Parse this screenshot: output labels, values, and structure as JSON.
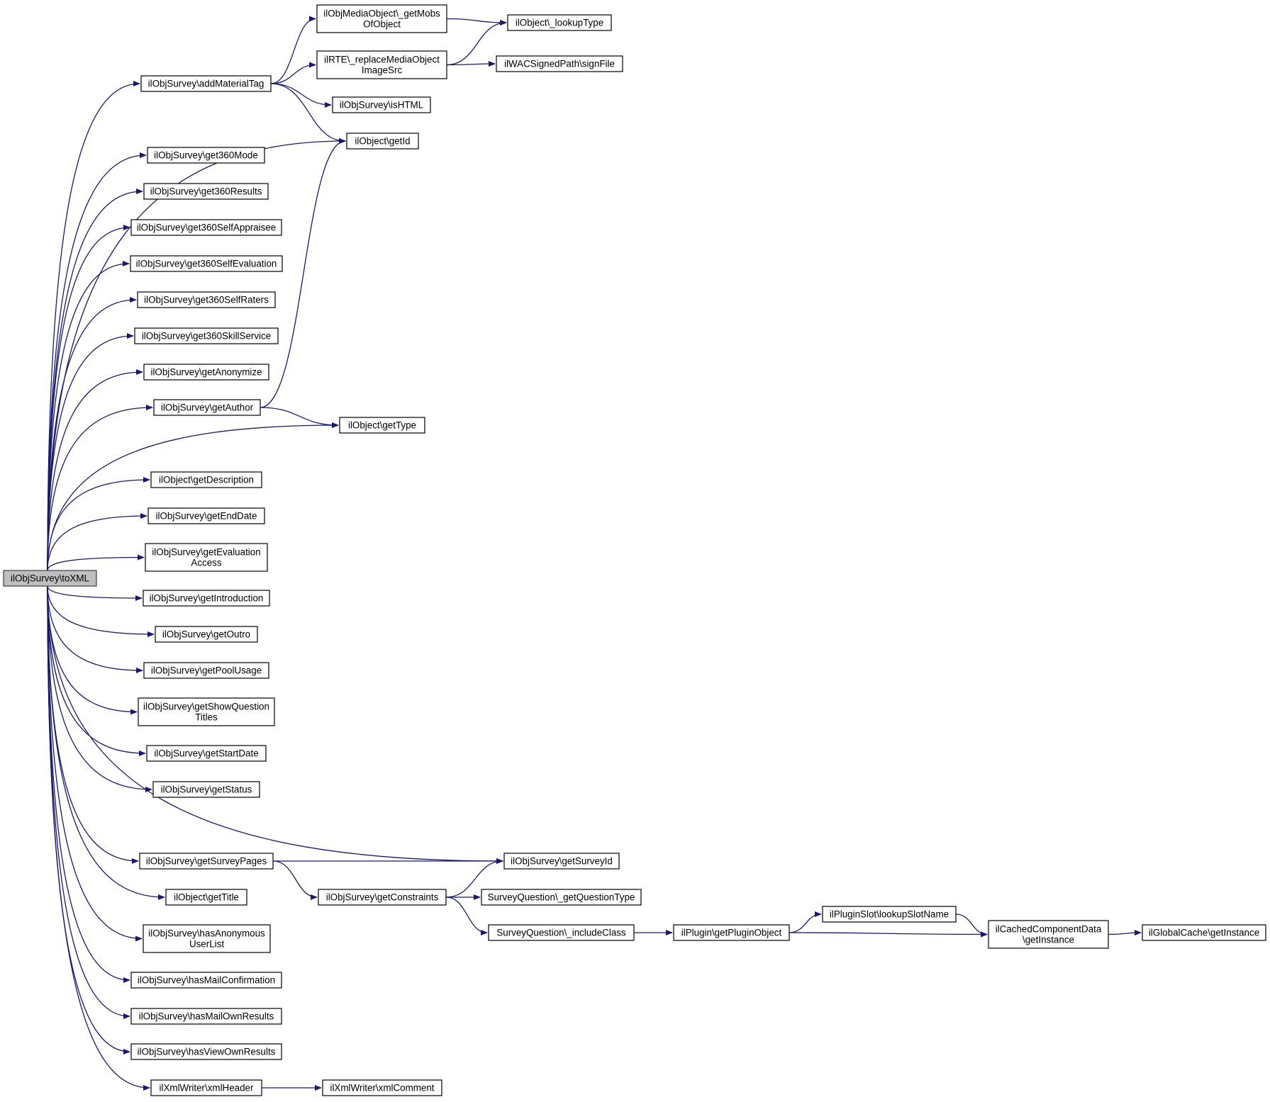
{
  "diagram": {
    "type": "call-graph",
    "colors": {
      "edge": "#191970",
      "node_fill": "#ffffff",
      "node_border": "#000000",
      "root_fill": "#bfbfbf"
    },
    "nodes": [
      {
        "id": "toXML",
        "lines": [
          "ilObjSurvey\\toXML"
        ],
        "root": true
      },
      {
        "id": "addMaterialTag",
        "lines": [
          "ilObjSurvey\\addMaterialTag"
        ]
      },
      {
        "id": "getMobsOfObject",
        "lines": [
          "ilObjMediaObject\\_getMobs",
          "OfObject"
        ]
      },
      {
        "id": "lookupType",
        "lines": [
          "ilObject\\_lookupType"
        ]
      },
      {
        "id": "replaceMediaObjectImageSrc",
        "lines": [
          "ilRTE\\_replaceMediaObject",
          "ImageSrc"
        ]
      },
      {
        "id": "signFile",
        "lines": [
          "ilWACSignedPath\\signFile"
        ]
      },
      {
        "id": "isHTML",
        "lines": [
          "ilObjSurvey\\isHTML"
        ]
      },
      {
        "id": "getId",
        "lines": [
          "ilObject\\getId"
        ]
      },
      {
        "id": "get360Mode",
        "lines": [
          "ilObjSurvey\\get360Mode"
        ]
      },
      {
        "id": "get360Results",
        "lines": [
          "ilObjSurvey\\get360Results"
        ]
      },
      {
        "id": "get360SelfAppraisee",
        "lines": [
          "ilObjSurvey\\get360SelfAppraisee"
        ]
      },
      {
        "id": "get360SelfEvaluation",
        "lines": [
          "ilObjSurvey\\get360SelfEvaluation"
        ]
      },
      {
        "id": "get360SelfRaters",
        "lines": [
          "ilObjSurvey\\get360SelfRaters"
        ]
      },
      {
        "id": "get360SkillService",
        "lines": [
          "ilObjSurvey\\get360SkillService"
        ]
      },
      {
        "id": "getAnonymize",
        "lines": [
          "ilObjSurvey\\getAnonymize"
        ]
      },
      {
        "id": "getAuthor",
        "lines": [
          "ilObjSurvey\\getAuthor"
        ]
      },
      {
        "id": "getType",
        "lines": [
          "ilObject\\getType"
        ]
      },
      {
        "id": "getDescription",
        "lines": [
          "ilObject\\getDescription"
        ]
      },
      {
        "id": "getEndDate",
        "lines": [
          "ilObjSurvey\\getEndDate"
        ]
      },
      {
        "id": "getEvaluationAccess",
        "lines": [
          "ilObjSurvey\\getEvaluation",
          "Access"
        ]
      },
      {
        "id": "getIntroduction",
        "lines": [
          "ilObjSurvey\\getIntroduction"
        ]
      },
      {
        "id": "getOutro",
        "lines": [
          "ilObjSurvey\\getOutro"
        ]
      },
      {
        "id": "getPoolUsage",
        "lines": [
          "ilObjSurvey\\getPoolUsage"
        ]
      },
      {
        "id": "getShowQuestionTitles",
        "lines": [
          "ilObjSurvey\\getShowQuestion",
          "Titles"
        ]
      },
      {
        "id": "getStartDate",
        "lines": [
          "ilObjSurvey\\getStartDate"
        ]
      },
      {
        "id": "getStatus",
        "lines": [
          "ilObjSurvey\\getStatus"
        ]
      },
      {
        "id": "getSurveyPages",
        "lines": [
          "ilObjSurvey\\getSurveyPages"
        ]
      },
      {
        "id": "getSurveyId",
        "lines": [
          "ilObjSurvey\\getSurveyId"
        ]
      },
      {
        "id": "getTitle",
        "lines": [
          "ilObject\\getTitle"
        ]
      },
      {
        "id": "getConstraints",
        "lines": [
          "ilObjSurvey\\getConstraints"
        ]
      },
      {
        "id": "getQuestionType",
        "lines": [
          "SurveyQuestion\\_getQuestionType"
        ]
      },
      {
        "id": "includeClass",
        "lines": [
          "SurveyQuestion\\_includeClass"
        ]
      },
      {
        "id": "getPluginObject",
        "lines": [
          "ilPlugin\\getPluginObject"
        ]
      },
      {
        "id": "lookupSlotName",
        "lines": [
          "ilPluginSlot\\lookupSlotName"
        ]
      },
      {
        "id": "cachedGetInstance",
        "lines": [
          "ilCachedComponentData",
          "\\getInstance"
        ]
      },
      {
        "id": "globalGetInstance",
        "lines": [
          "ilGlobalCache\\getInstance"
        ]
      },
      {
        "id": "hasAnonymousUserList",
        "lines": [
          "ilObjSurvey\\hasAnonymous",
          "UserList"
        ]
      },
      {
        "id": "hasMailConfirmation",
        "lines": [
          "ilObjSurvey\\hasMailConfirmation"
        ]
      },
      {
        "id": "hasMailOwnResults",
        "lines": [
          "ilObjSurvey\\hasMailOwnResults"
        ]
      },
      {
        "id": "hasViewOwnResults",
        "lines": [
          "ilObjSurvey\\hasViewOwnResults"
        ]
      },
      {
        "id": "xmlHeader",
        "lines": [
          "ilXmlWriter\\xmlHeader"
        ]
      },
      {
        "id": "xmlComment",
        "lines": [
          "ilXmlWriter\\xmlComment"
        ]
      }
    ],
    "edges": [
      {
        "from": "toXML",
        "to": "addMaterialTag"
      },
      {
        "from": "toXML",
        "to": "getId"
      },
      {
        "from": "toXML",
        "to": "get360Mode"
      },
      {
        "from": "toXML",
        "to": "get360Results"
      },
      {
        "from": "toXML",
        "to": "get360SelfAppraisee"
      },
      {
        "from": "toXML",
        "to": "get360SelfEvaluation"
      },
      {
        "from": "toXML",
        "to": "get360SelfRaters"
      },
      {
        "from": "toXML",
        "to": "get360SkillService"
      },
      {
        "from": "toXML",
        "to": "getAnonymize"
      },
      {
        "from": "toXML",
        "to": "getAuthor"
      },
      {
        "from": "toXML",
        "to": "getType"
      },
      {
        "from": "toXML",
        "to": "getDescription"
      },
      {
        "from": "toXML",
        "to": "getEndDate"
      },
      {
        "from": "toXML",
        "to": "getEvaluationAccess"
      },
      {
        "from": "toXML",
        "to": "getIntroduction"
      },
      {
        "from": "toXML",
        "to": "getOutro"
      },
      {
        "from": "toXML",
        "to": "getPoolUsage"
      },
      {
        "from": "toXML",
        "to": "getShowQuestionTitles"
      },
      {
        "from": "toXML",
        "to": "getStartDate"
      },
      {
        "from": "toXML",
        "to": "getStatus"
      },
      {
        "from": "toXML",
        "to": "getSurveyId"
      },
      {
        "from": "toXML",
        "to": "getSurveyPages"
      },
      {
        "from": "toXML",
        "to": "getTitle"
      },
      {
        "from": "toXML",
        "to": "hasAnonymousUserList"
      },
      {
        "from": "toXML",
        "to": "hasMailConfirmation"
      },
      {
        "from": "toXML",
        "to": "hasMailOwnResults"
      },
      {
        "from": "toXML",
        "to": "hasViewOwnResults"
      },
      {
        "from": "toXML",
        "to": "xmlHeader"
      },
      {
        "from": "addMaterialTag",
        "to": "getMobsOfObject"
      },
      {
        "from": "addMaterialTag",
        "to": "replaceMediaObjectImageSrc"
      },
      {
        "from": "addMaterialTag",
        "to": "isHTML"
      },
      {
        "from": "addMaterialTag",
        "to": "getId"
      },
      {
        "from": "getMobsOfObject",
        "to": "lookupType"
      },
      {
        "from": "replaceMediaObjectImageSrc",
        "to": "lookupType"
      },
      {
        "from": "replaceMediaObjectImageSrc",
        "to": "signFile"
      },
      {
        "from": "getAuthor",
        "to": "getId"
      },
      {
        "from": "getAuthor",
        "to": "getType"
      },
      {
        "from": "getSurveyPages",
        "to": "getSurveyId"
      },
      {
        "from": "getSurveyPages",
        "to": "getConstraints"
      },
      {
        "from": "getConstraints",
        "to": "getSurveyId"
      },
      {
        "from": "getConstraints",
        "to": "getQuestionType"
      },
      {
        "from": "getConstraints",
        "to": "includeClass"
      },
      {
        "from": "includeClass",
        "to": "getPluginObject"
      },
      {
        "from": "getPluginObject",
        "to": "lookupSlotName"
      },
      {
        "from": "getPluginObject",
        "to": "cachedGetInstance"
      },
      {
        "from": "lookupSlotName",
        "to": "cachedGetInstance"
      },
      {
        "from": "cachedGetInstance",
        "to": "globalGetInstance"
      },
      {
        "from": "xmlHeader",
        "to": "xmlComment"
      }
    ]
  }
}
